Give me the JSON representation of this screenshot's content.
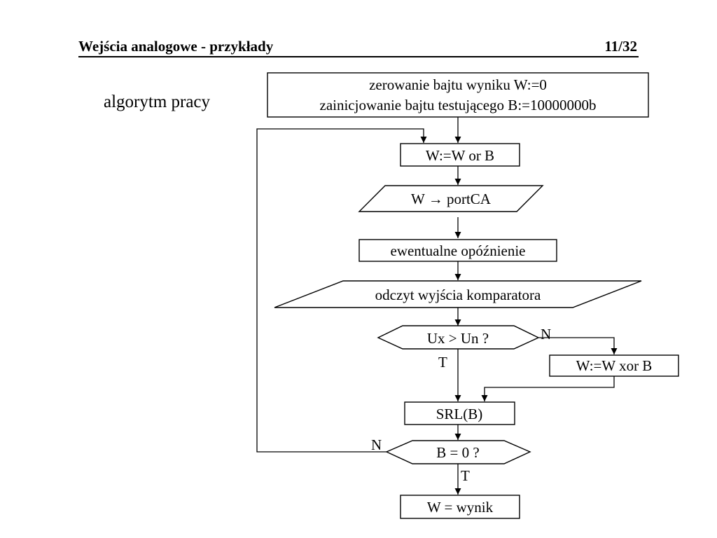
{
  "header": {
    "title": "Wejścia analogowe - przykłady",
    "page": "11/32"
  },
  "side_label": "algorytm pracy",
  "flowchart": {
    "init_line1": "zerowanie bajtu wyniku W:=0",
    "init_line2": "zainicjowanie bajtu testującego B:=10000000b",
    "or_step": "W:=W or B",
    "output_step": "W → portCA",
    "delay_step": "ewentualne opóźnienie",
    "read_step": "odczyt wyjścia komparatora",
    "decision1": "Ux > Un ?",
    "decision1_no": "N",
    "decision1_yes": "T",
    "xor_step": "W:=W xor B",
    "shift_step": "SRL(B)",
    "decision2": "B = 0 ?",
    "decision2_no": "N",
    "decision2_yes": "T",
    "result_step": "W = wynik"
  }
}
